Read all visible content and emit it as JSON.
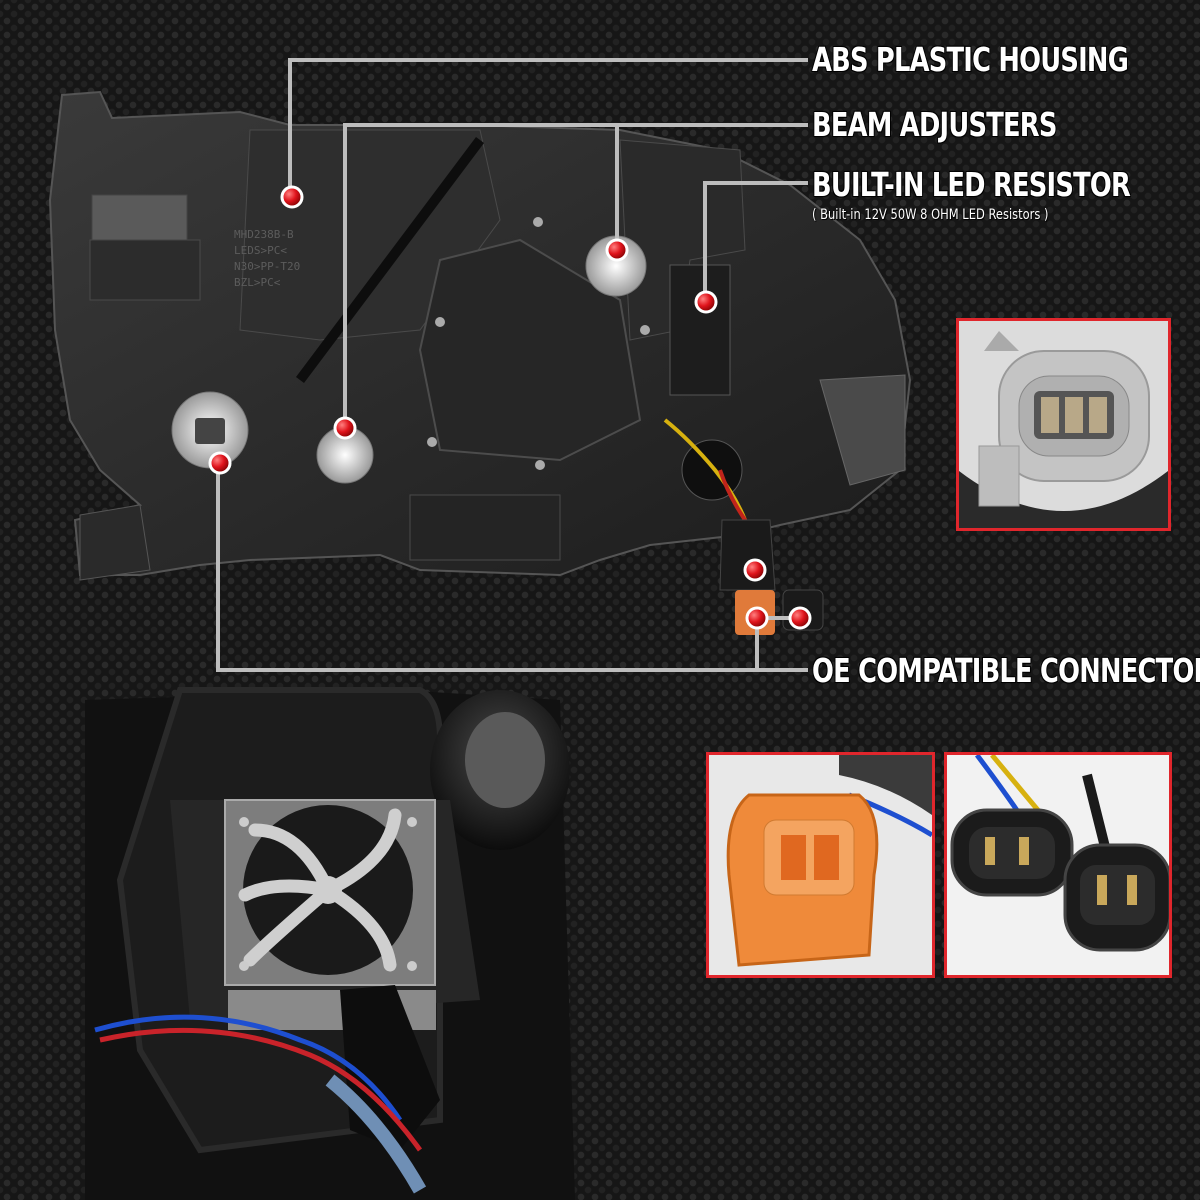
{
  "callouts": {
    "housing": "ABS PLASTIC HOUSING",
    "adjusters": "BEAM ADJUSTERS",
    "resistor": "BUILT-IN LED RESISTOR",
    "resistor_detail": "( Built-in  12V  50W 8 OHM  LED Resistors )",
    "connectors": "OE COMPATIBLE CONNECTORS"
  },
  "colors": {
    "accent": "#e0262c",
    "leader_line": "#bdbdbd",
    "text": "#ffffff",
    "background": "#161616"
  },
  "product_markings": [
    "MHD238B-B",
    "LEDS>PC<",
    "N30>PP-T20",
    "BZL>PC<"
  ]
}
